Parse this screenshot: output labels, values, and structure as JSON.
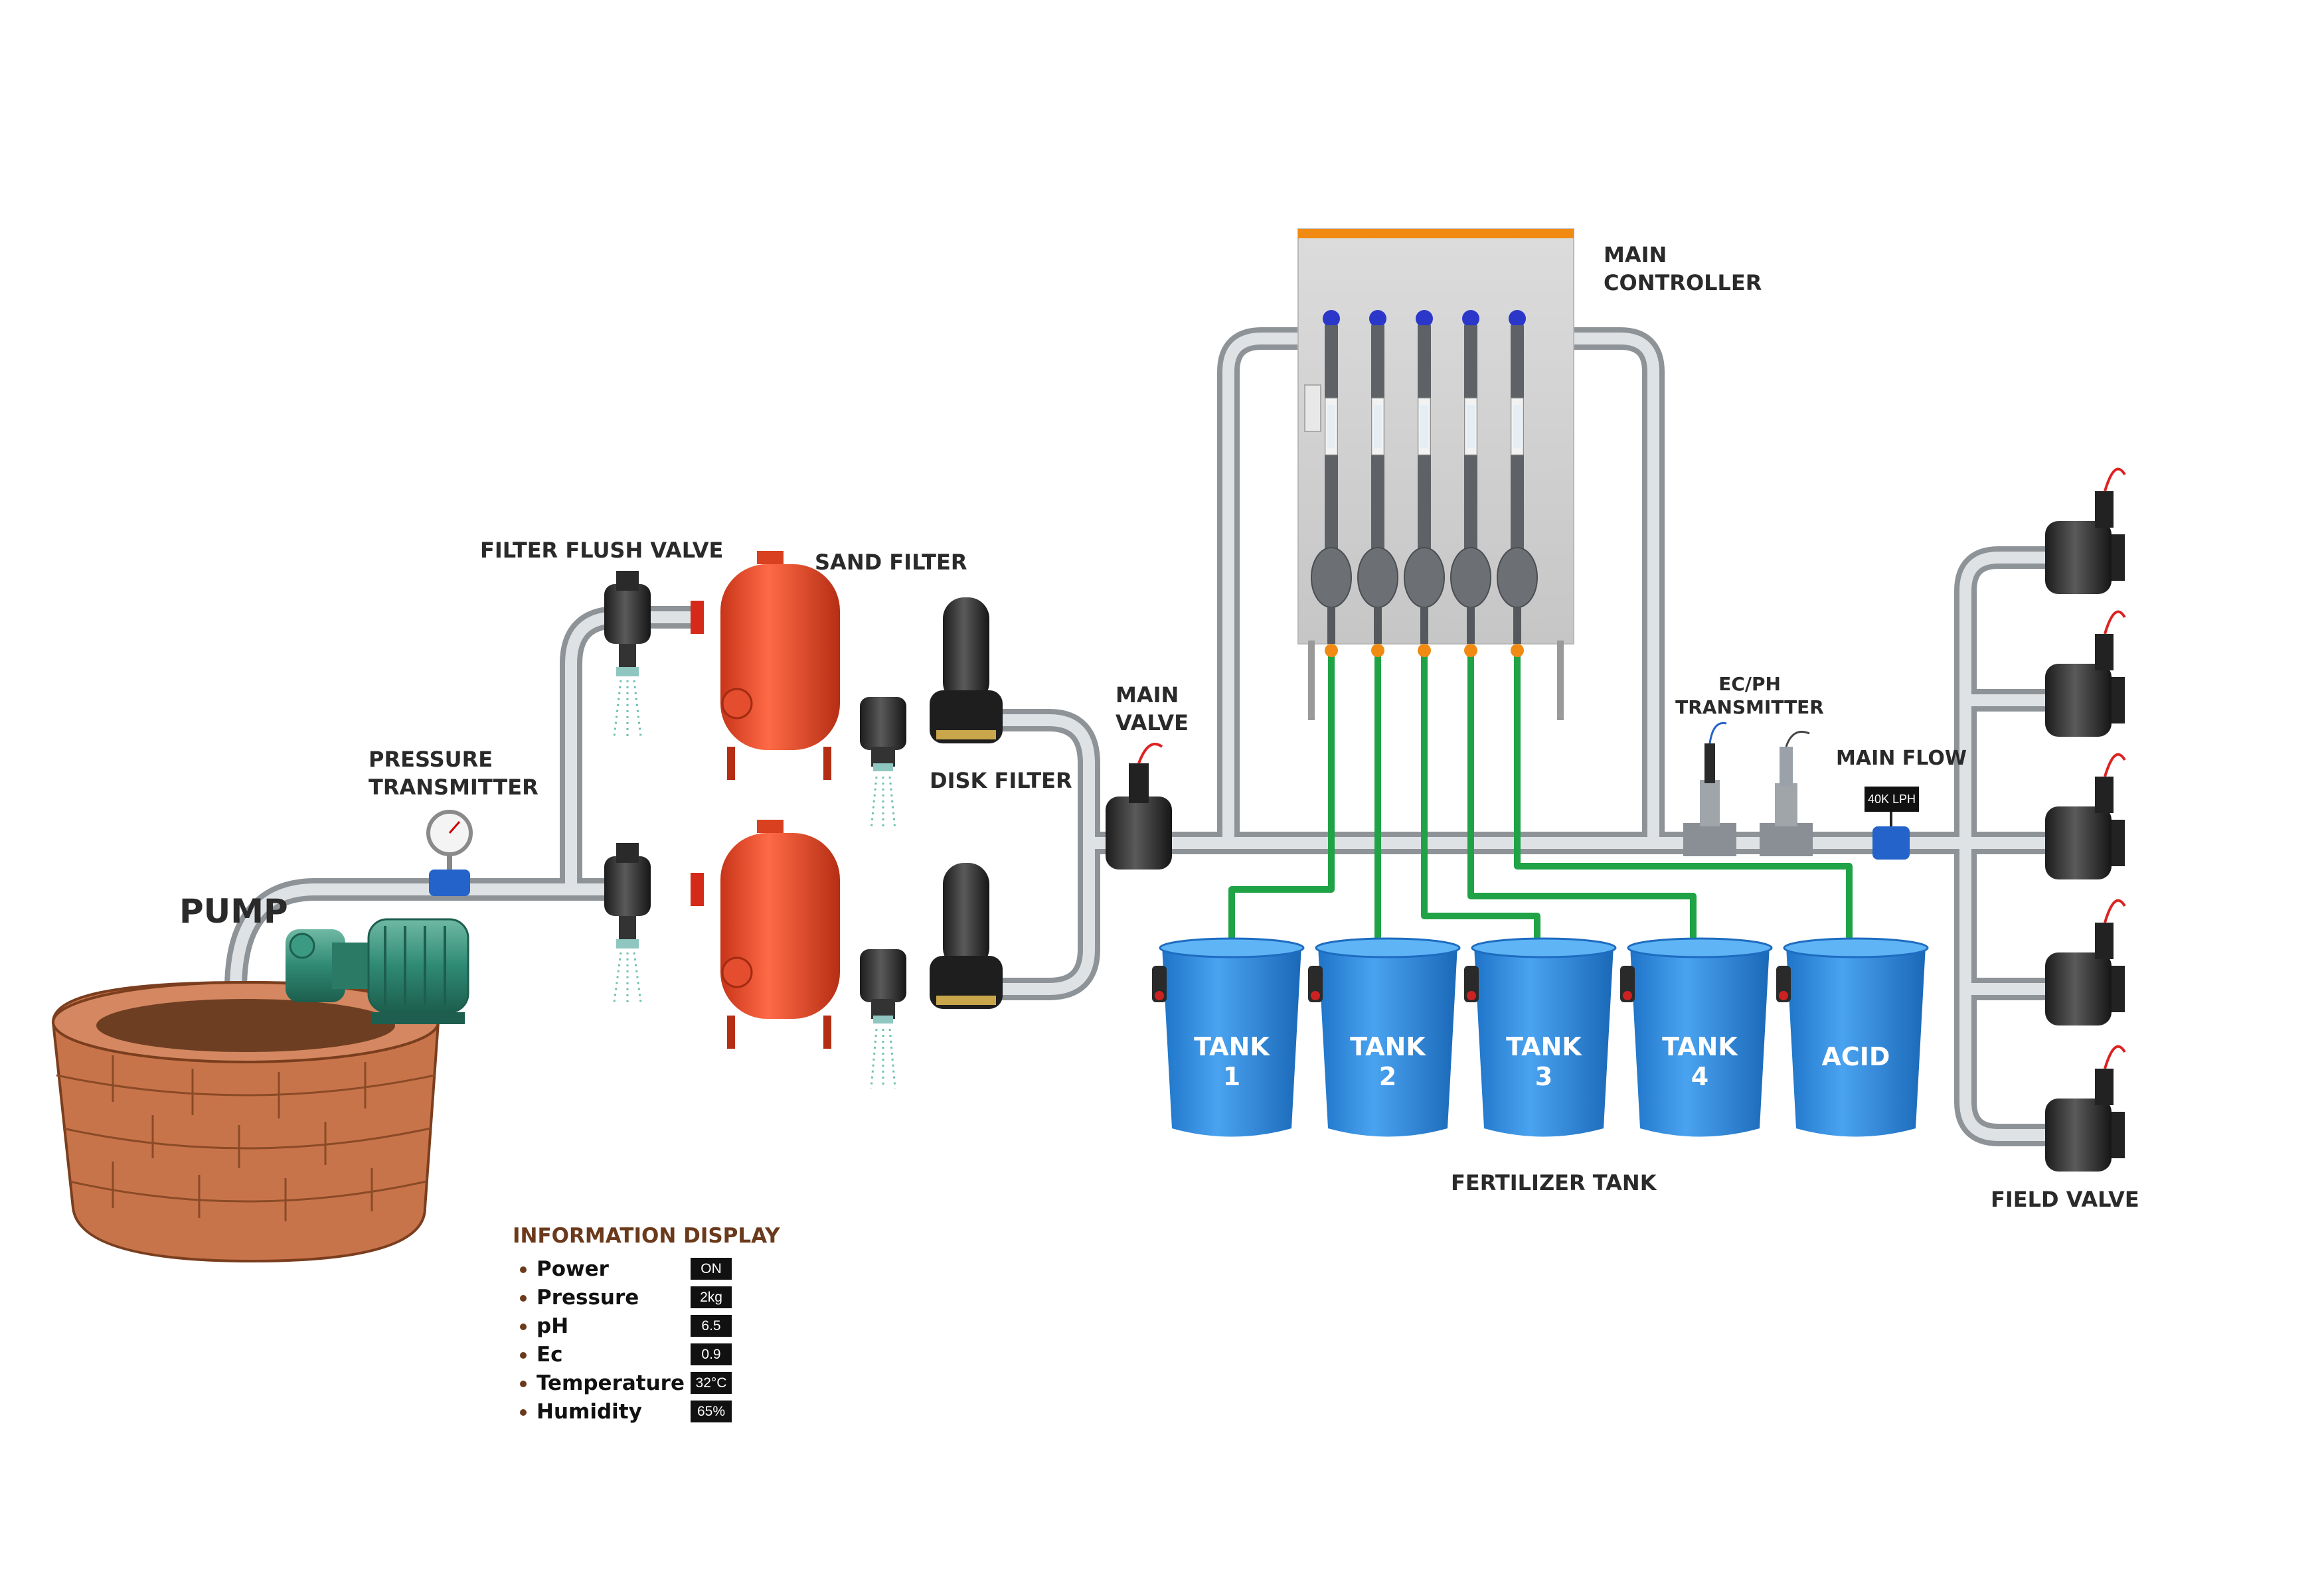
{
  "labels": {
    "pump": "PUMP",
    "pressure_transmitter_line1": "PRESSURE",
    "pressure_transmitter_line2": "TRANSMITTER",
    "filter_flush_valve": "FILTER FLUSH VALVE",
    "sand_filter": "SAND FILTER",
    "disk_filter": "DISK FILTER",
    "main_valve_line1": "MAIN",
    "main_valve_line2": "VALVE",
    "main_controller_line1": "MAIN",
    "main_controller_line2": "CONTROLLER",
    "ecph_line1": "EC/PH",
    "ecph_line2": "TRANSMITTER",
    "main_flow": "MAIN FLOW",
    "flow_meter_reading": "40K LPH",
    "fertilizer_tank": "FERTILIZER TANK",
    "field_valve": "FIELD VALVE"
  },
  "tanks": [
    {
      "line1": "TANK",
      "line2": "1"
    },
    {
      "line1": "TANK",
      "line2": "2"
    },
    {
      "line1": "TANK",
      "line2": "3"
    },
    {
      "line1": "TANK",
      "line2": "4"
    },
    {
      "line1": "ACID",
      "line2": ""
    }
  ],
  "info_display": {
    "title": "INFORMATION DISPLAY",
    "items": [
      {
        "label": "Power",
        "value": "ON"
      },
      {
        "label": "Pressure",
        "value": "2kg"
      },
      {
        "label": "pH",
        "value": "6.5"
      },
      {
        "label": "Ec",
        "value": "0.9"
      },
      {
        "label": "Temperature",
        "value": "32°C"
      },
      {
        "label": "Humidity",
        "value": "65%"
      }
    ]
  },
  "colors": {
    "pipe": "#c9cdd1",
    "dosing_line": "#1fa346",
    "tank": "#2f8de4",
    "sand_filter": "#e8452a",
    "controller": "#d6d6d6",
    "controller_top": "#f08a12",
    "info_title": "#6b3a1c",
    "well": "#c8744a"
  }
}
